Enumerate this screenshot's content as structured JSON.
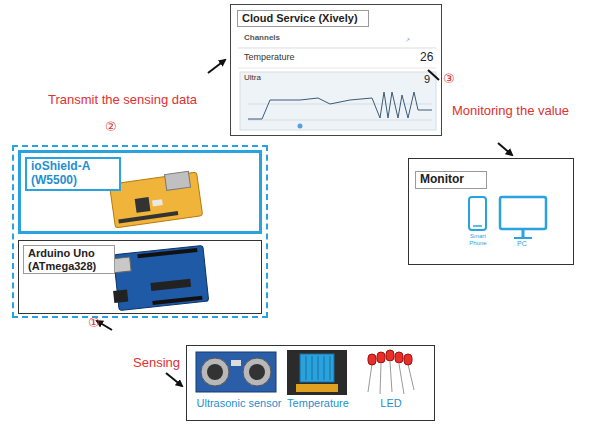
{
  "diagram": {
    "nodes": [
      {
        "text": [
          "Cloud Service (Xively)"
        ]
      },
      {
        "text": [
          "②"
        ]
      },
      {
        "text": [
          "ioShield-A (W5500)"
        ],
        "in": 1
      },
      {
        "text": [
          "Arduino Uno (ATmega328)"
        ],
        "in": 1
      },
      {
        "text": [
          "Monitor"
        ]
      },
      {
        "text": [
          "Ultrasonic sensor",
          "Temperature",
          "LED"
        ]
      }
    ],
    "labels": [
      "Channels",
      "Temperature",
      "26",
      "Ultra",
      "9",
      "Transmit the sensing data",
      "③",
      "Monitoring the value",
      "Smart Phone",
      "PC",
      "①",
      "Sensing"
    ]
  }
}
